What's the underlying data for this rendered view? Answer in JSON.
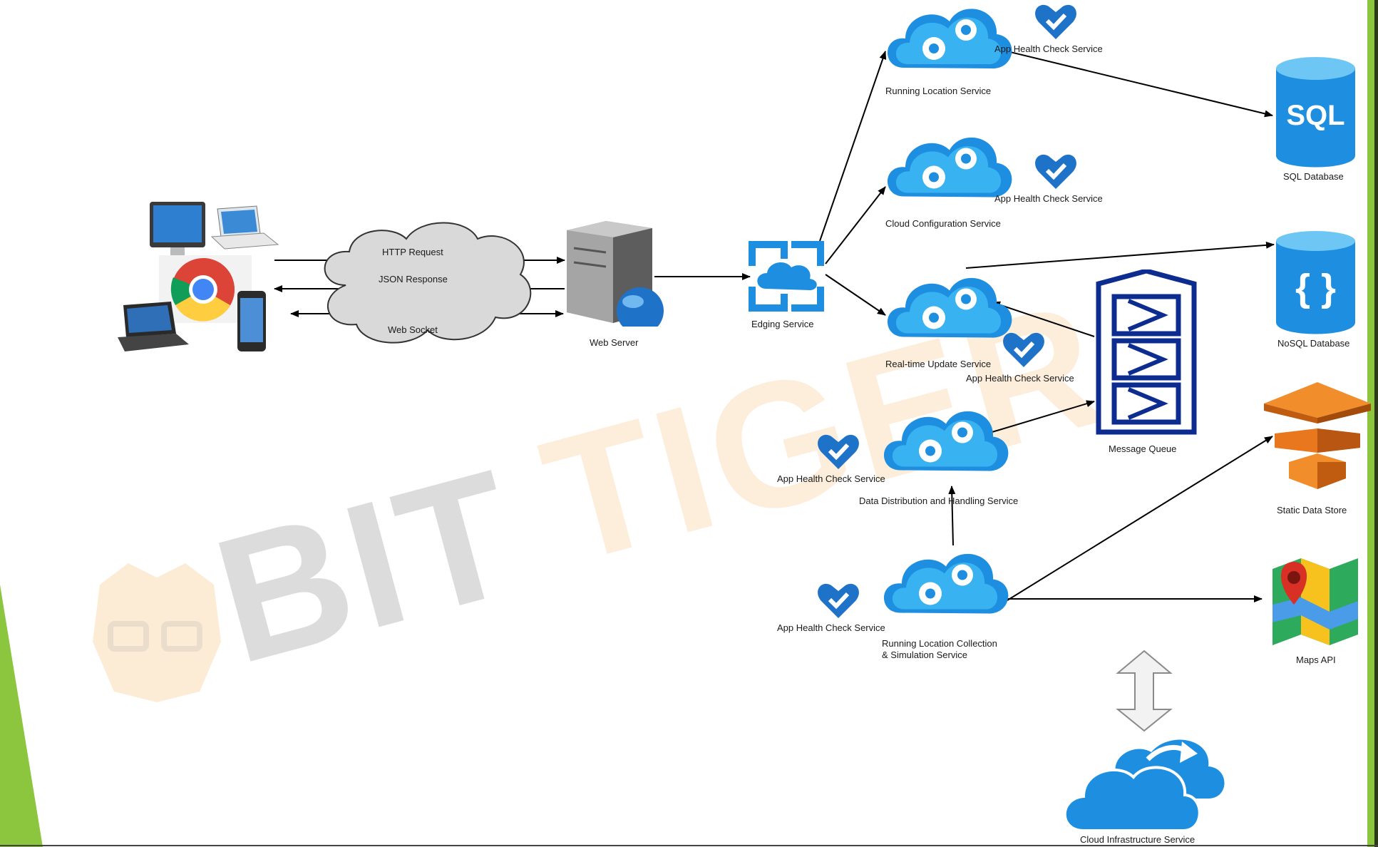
{
  "watermark": {
    "part1": "BIT",
    "part2": "TIGER"
  },
  "colors": {
    "azure_blue": "#1e8fe0",
    "azure_light": "#38b2f0",
    "queue_blue": "#0d2c8f",
    "arrow": "#000000",
    "slide_green": "#8cc63f",
    "tiger_orange": "#f7c88a"
  },
  "clients": {
    "icon": "devices-with-chrome-icon"
  },
  "protocol_cloud": {
    "http_request": "HTTP Request",
    "json_response": "JSON Response",
    "web_socket": "Web Socket"
  },
  "web_server": {
    "label": "Web Server",
    "icon": "server-globe-icon"
  },
  "edging_service": {
    "label": "Edging Service",
    "icon": "edge-cloud-icon"
  },
  "services": {
    "running_location": "Running Location Service",
    "cloud_configuration": "Cloud Configuration Service",
    "realtime_update": "Real-time Update Service",
    "data_distribution": "Data Distribution and Handling Service",
    "collection_sim_line1": "Running Location Collection",
    "collection_sim_line2": "& Simulation Service"
  },
  "health_check": "App Health Check Service",
  "message_queue": {
    "label": "Message Queue"
  },
  "stores": {
    "sql_db": "SQL Database",
    "sql_icon_text": "SQL",
    "nosql_db": "NoSQL Database",
    "nosql_icon_text": "{ }",
    "static_store": "Static Data Store",
    "maps_api": "Maps API"
  },
  "cloud_infra": "Cloud Infrastructure Service"
}
